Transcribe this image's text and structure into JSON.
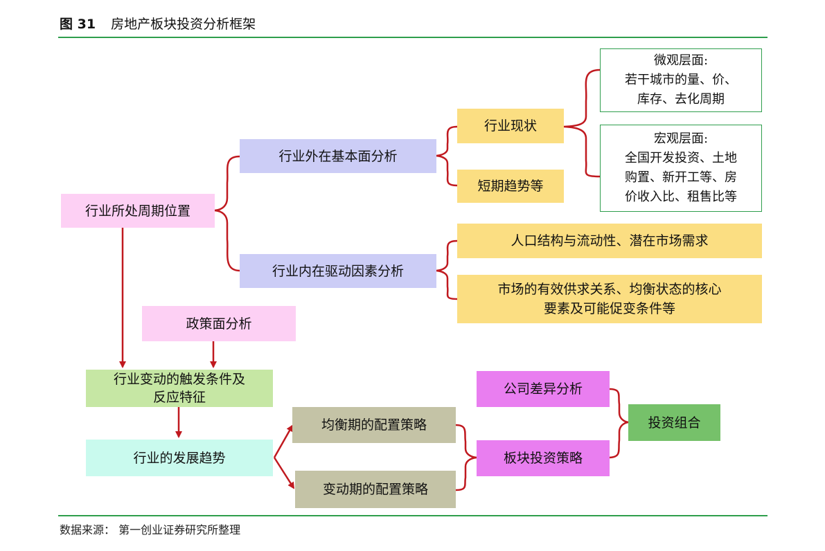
{
  "figure": {
    "label": "图 31",
    "title": "房地产板块投资分析框架"
  },
  "source": "数据来源：  第一创业证券研究所整理",
  "colors": {
    "rule": "#2e9e4c",
    "connector": "#c0191f",
    "outline": "#2e9e4c",
    "pink": "#fdd0f4",
    "blue": "#cccdf6",
    "yellow": "#fbde82",
    "green": "#c6e7a4",
    "cyan": "#c9faee",
    "khaki": "#c4c3a6",
    "magenta": "#e97ef0",
    "dark_green": "#76c16a"
  },
  "nodes": {
    "cycle_position": "行业所处周期位置",
    "external_analysis": "行业外在基本面分析",
    "internal_analysis": "行业内在驱动因素分析",
    "industry_status": "行业现状",
    "short_term_trend": "短期趋势等",
    "micro_title": "微观层面:",
    "micro_line1": "若干城市的量、价、",
    "micro_line2": "库存、去化周期",
    "macro_title": "宏观层面:",
    "macro_line1": "全国开发投资、土地",
    "macro_line2": "购置、新开工等、房",
    "macro_line3": "价收入比、租售比等",
    "population": "人口结构与流动性、潜在市场需求",
    "supply_demand_line1": "市场的有效供求关系、均衡状态的核心",
    "supply_demand_line2": "要素及可能促变条件等",
    "policy_analysis": "政策面分析",
    "trigger_line1": "行业变动的触发条件及",
    "trigger_line2": "反应特征",
    "development_trend": "行业的发展趋势",
    "equilibrium_strategy": "均衡期的配置策略",
    "change_strategy": "变动期的配置策略",
    "company_analysis": "公司差异分析",
    "sector_strategy": "板块投资策略",
    "portfolio": "投资组合"
  }
}
